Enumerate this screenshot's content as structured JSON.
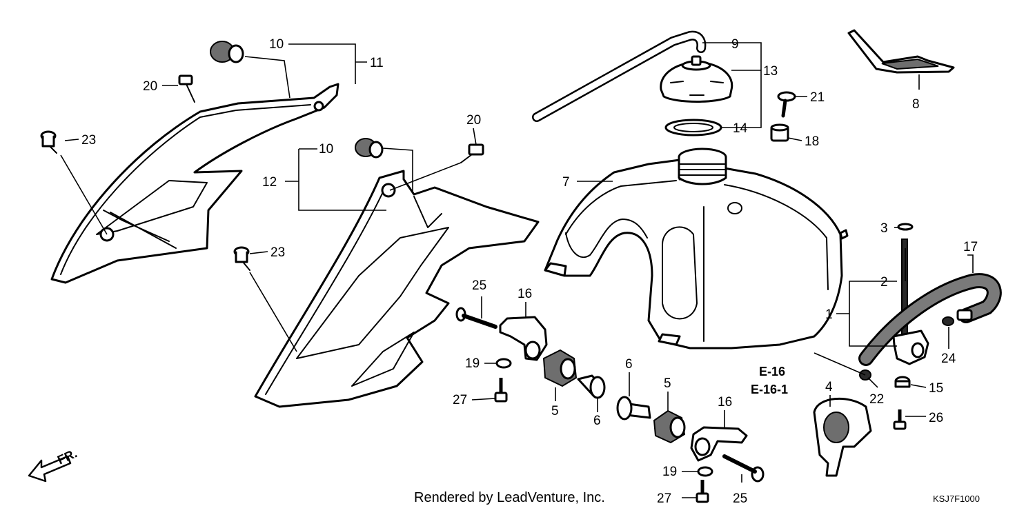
{
  "callouts": {
    "c1": "1",
    "c2": "2",
    "c3": "3",
    "c4": "4",
    "c5a": "5",
    "c5b": "5",
    "c6a": "6",
    "c6b": "6",
    "c7": "7",
    "c8": "8",
    "c9": "9",
    "c10a": "10",
    "c10b": "10",
    "c11": "11",
    "c12": "12",
    "c13": "13",
    "c14": "14",
    "c15": "15",
    "c16a": "16",
    "c16b": "16",
    "c17": "17",
    "c18": "18",
    "c19a": "19",
    "c19b": "19",
    "c20a": "20",
    "c20b": "20",
    "c21": "21",
    "c22": "22",
    "c23a": "23",
    "c23b": "23",
    "c24": "24",
    "c25a": "25",
    "c25b": "25",
    "c26": "26",
    "c27a": "27",
    "c27b": "27"
  },
  "references": {
    "e16": "E-16",
    "e161": "E-16-1"
  },
  "direction_label": "FR.",
  "footer": {
    "credit": "Rendered by LeadVenture, Inc.",
    "code": "KSJ7F1000"
  }
}
